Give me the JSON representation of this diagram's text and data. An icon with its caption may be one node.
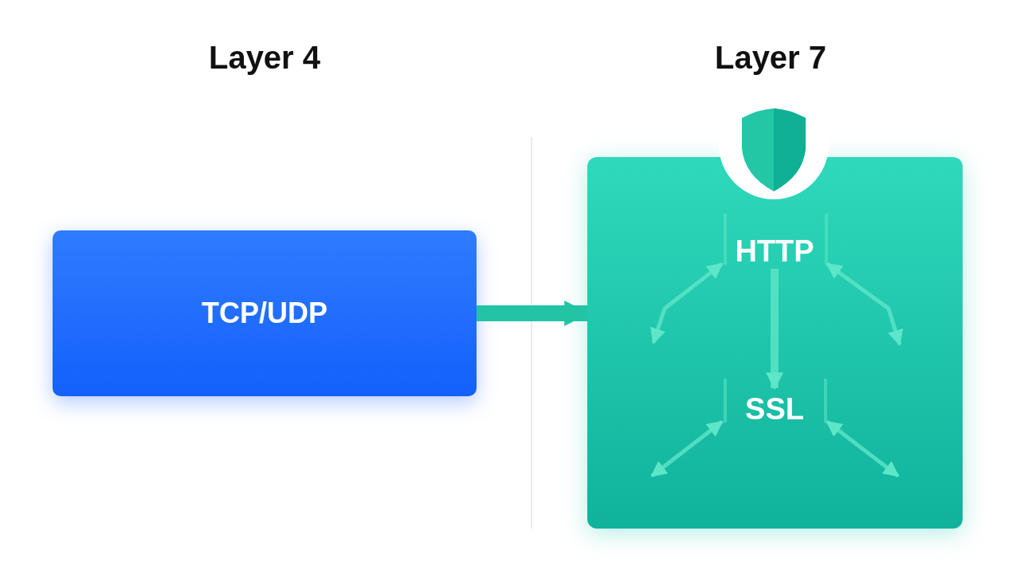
{
  "diagram": {
    "nodes": [
      {
        "text": [
          "TCP/UDP"
        ]
      },
      {
        "text": [],
        "shape": "box"
      },
      {
        "text": [
          "HTTP"
        ],
        "in": 1
      },
      {
        "text": [
          "SSL"
        ],
        "in": 1
      }
    ],
    "edges": [
      {
        "from": 0,
        "to": 1,
        "arrow": "to",
        "style": "thick"
      },
      {
        "from": 2,
        "to": 3,
        "arrow": "to",
        "style": "thick",
        "color": "#5ee6c8"
      },
      {
        "from": 2,
        "to": null,
        "arrow": "both",
        "color": "#5ee6c8"
      },
      {
        "from": 2,
        "to": null,
        "arrow": "both",
        "color": "#5ee6c8"
      },
      {
        "from": 3,
        "to": null,
        "arrow": "both",
        "color": "#5ee6c8"
      },
      {
        "from": 3,
        "to": null,
        "arrow": "both",
        "color": "#5ee6c8"
      }
    ],
    "labels": [
      "Layer 4",
      "Layer 7"
    ]
  }
}
